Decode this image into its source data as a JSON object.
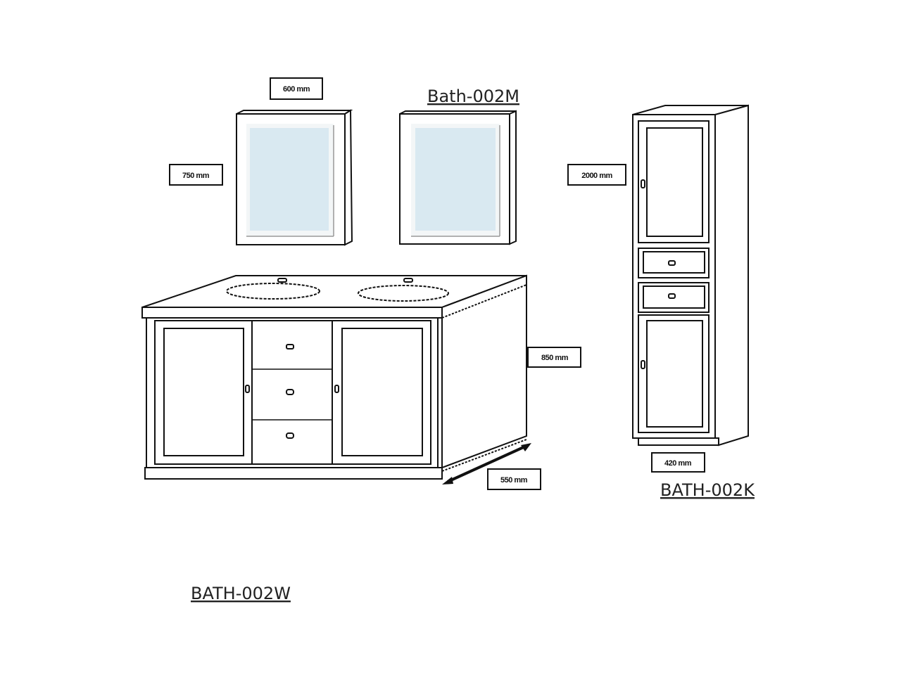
{
  "titles": {
    "mirror": "Bath-002M",
    "tall_cabinet": "BATH-002K",
    "vanity": "BATH-002W"
  },
  "dimensions": {
    "mirror_width": "600 mm",
    "mirror_height": "750 mm",
    "vanity_height": "850 mm",
    "vanity_depth": "550 mm",
    "tall_height": "2000 mm",
    "tall_width": "420 mm"
  },
  "colors": {
    "glass": "#d9e9f1",
    "line": "#111111"
  }
}
